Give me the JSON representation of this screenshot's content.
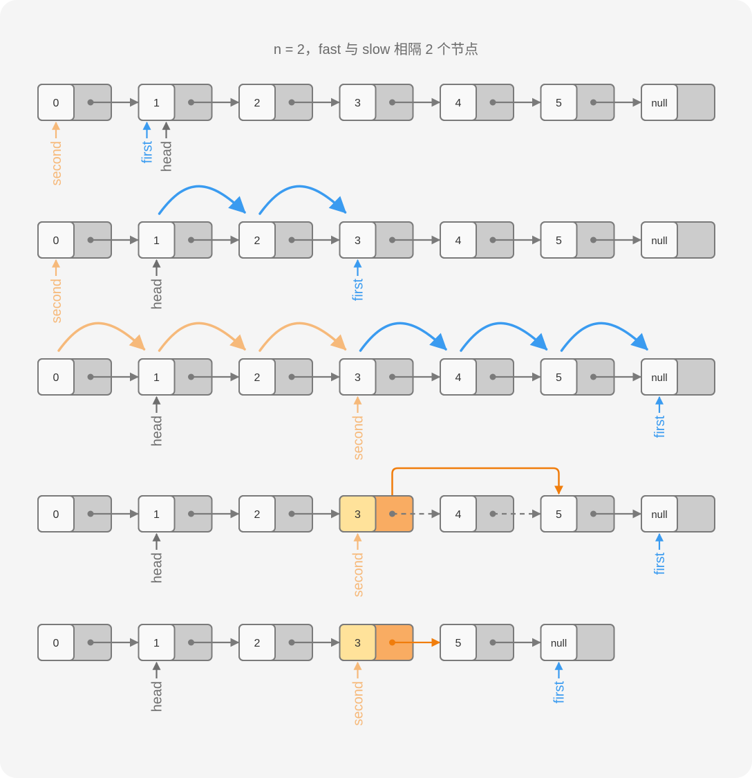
{
  "title": "n = 2，fast 与 slow 相隔 2 个节点",
  "colors": {
    "background": "#f5f5f5",
    "node_border": "#7a7a7a",
    "node_value_fill": "#f9f9f9",
    "node_pointer_fill": "#cccccc",
    "highlight_value_fill": "#ffe29a",
    "highlight_pointer_fill": "#f9ac62",
    "edge": "#7a7a7a",
    "blue": "#3a9bf0",
    "orange_light": "#f6b97a",
    "orange": "#f07d0c",
    "gray": "#6e6e6e"
  },
  "rows": [
    {
      "nodes": [
        "0",
        "1",
        "2",
        "3",
        "4",
        "5",
        "null"
      ],
      "labels": [
        {
          "text": "second",
          "node": 0,
          "color": "orange_light"
        },
        {
          "text": "first",
          "node": 1,
          "color": "blue"
        },
        {
          "text": "head",
          "node": 1,
          "color": "gray"
        }
      ],
      "jumps": []
    },
    {
      "nodes": [
        "0",
        "1",
        "2",
        "3",
        "4",
        "5",
        "null"
      ],
      "labels": [
        {
          "text": "second",
          "node": 0,
          "color": "orange_light"
        },
        {
          "text": "head",
          "node": 1,
          "color": "gray"
        },
        {
          "text": "first",
          "node": 3,
          "color": "blue"
        }
      ],
      "jumps": [
        {
          "from": 1,
          "to": 2,
          "color": "blue"
        },
        {
          "from": 2,
          "to": 3,
          "color": "blue"
        }
      ]
    },
    {
      "nodes": [
        "0",
        "1",
        "2",
        "3",
        "4",
        "5",
        "null"
      ],
      "labels": [
        {
          "text": "head",
          "node": 1,
          "color": "gray"
        },
        {
          "text": "second",
          "node": 3,
          "color": "orange_light"
        },
        {
          "text": "first",
          "node": 6,
          "color": "blue"
        }
      ],
      "jumps": [
        {
          "from": 0,
          "to": 1,
          "color": "orange_light"
        },
        {
          "from": 1,
          "to": 2,
          "color": "orange_light"
        },
        {
          "from": 2,
          "to": 3,
          "color": "orange_light"
        },
        {
          "from": 3,
          "to": 4,
          "color": "blue"
        },
        {
          "from": 4,
          "to": 5,
          "color": "blue"
        },
        {
          "from": 5,
          "to": 6,
          "color": "blue"
        }
      ]
    },
    {
      "nodes": [
        "0",
        "1",
        "2",
        "3",
        "4",
        "5",
        "null"
      ],
      "highlight": 3,
      "dashed_edges": [
        3,
        4
      ],
      "bypass": {
        "from": 3,
        "to": 5
      },
      "labels": [
        {
          "text": "head",
          "node": 1,
          "color": "gray"
        },
        {
          "text": "second",
          "node": 3,
          "color": "orange_light"
        },
        {
          "text": "first",
          "node": 6,
          "color": "blue"
        }
      ],
      "jumps": []
    },
    {
      "nodes": [
        "0",
        "1",
        "2",
        "3",
        "5",
        "null"
      ],
      "highlight": 3,
      "highlight_edge": 3,
      "labels": [
        {
          "text": "head",
          "node": 1,
          "color": "gray"
        },
        {
          "text": "second",
          "node": 3,
          "color": "orange_light"
        },
        {
          "text": "first",
          "node": 5,
          "color": "blue"
        }
      ],
      "jumps": []
    }
  ]
}
